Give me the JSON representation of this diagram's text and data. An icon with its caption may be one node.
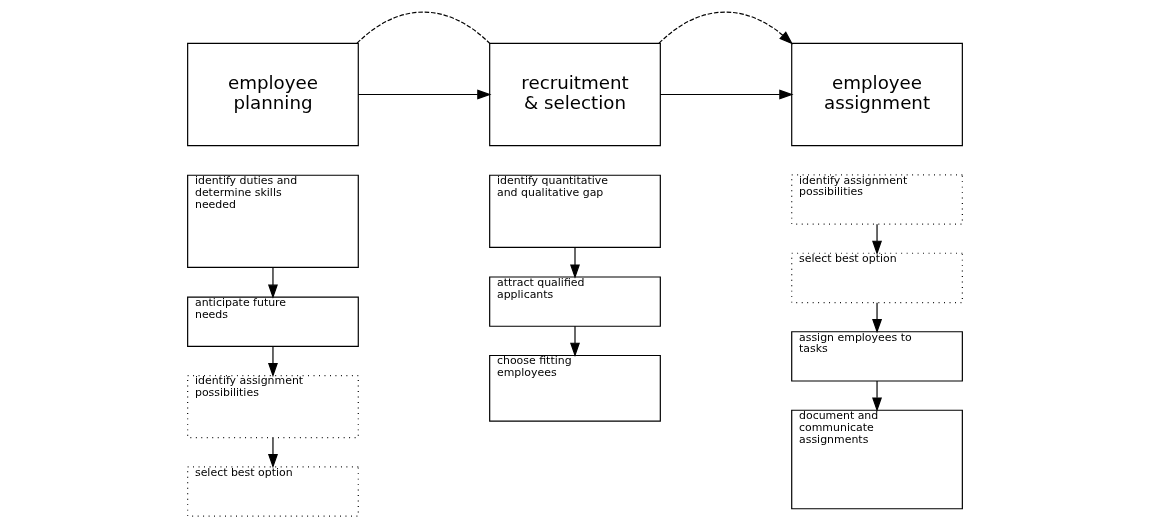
{
  "diagram": {
    "nodes": [
      {
        "text": [
          "employee planning"
        ]
      },
      {
        "text": [
          "recruitment & selection"
        ]
      },
      {
        "text": [
          "employee assignment"
        ]
      },
      {
        "text": [
          "identify duties and determine skills needed"
        ]
      },
      {
        "text": [
          "anticipate future needs"
        ]
      },
      {
        "text": [
          "identify assignment possibilities"
        ]
      },
      {
        "text": [
          "select best option"
        ]
      },
      {
        "text": [
          "identify quantitative and qualitative gap"
        ]
      },
      {
        "text": [
          "attract qualified applicants"
        ]
      },
      {
        "text": [
          "choose fitting employees"
        ]
      },
      {
        "text": [
          "identify assignment possibilities"
        ]
      },
      {
        "text": [
          "select best option"
        ]
      },
      {
        "text": [
          "assign employees to tasks"
        ]
      },
      {
        "text": [
          "document and communicate assignments"
        ]
      }
    ],
    "edges": [
      {
        "from": 0,
        "to": 1,
        "arrow": "none",
        "style": "dashed"
      },
      {
        "from": 0,
        "to": 1,
        "arrow": "to"
      },
      {
        "from": 1,
        "to": 2,
        "arrow": "to",
        "style": "dashed"
      },
      {
        "from": 1,
        "to": 2,
        "arrow": "to"
      },
      {
        "from": 3,
        "to": 4,
        "arrow": "to"
      },
      {
        "from": 4,
        "to": 5,
        "arrow": "to"
      },
      {
        "from": 5,
        "to": 6,
        "arrow": "to"
      },
      {
        "from": 7,
        "to": 8,
        "arrow": "to"
      },
      {
        "from": 8,
        "to": 9,
        "arrow": "to"
      },
      {
        "from": 10,
        "to": 11,
        "arrow": "to"
      },
      {
        "from": 11,
        "to": 12,
        "arrow": "to"
      },
      {
        "from": 12,
        "to": 13,
        "arrow": "to"
      }
    ]
  }
}
